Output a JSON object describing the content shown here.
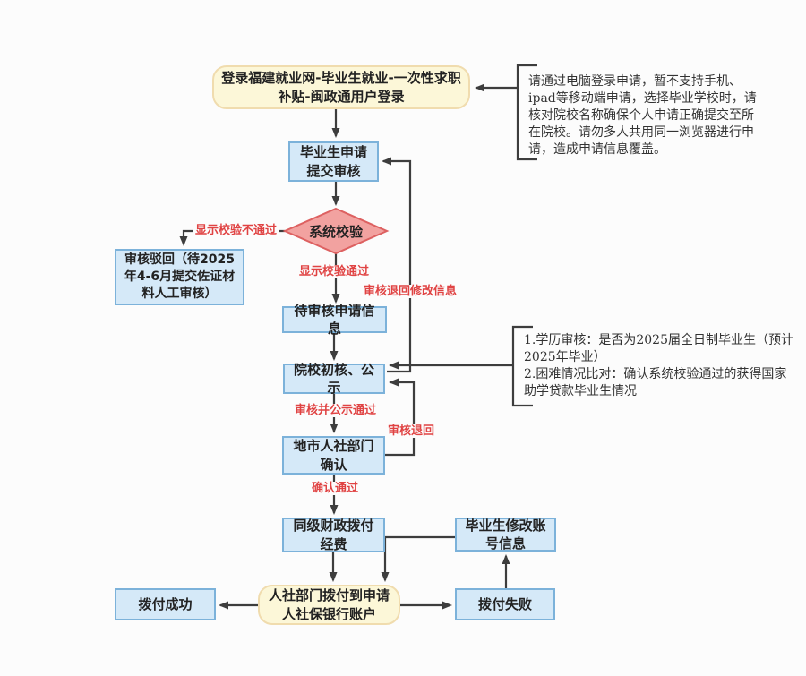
{
  "flowchart": {
    "nodes": {
      "login": {
        "text": "登录福建就业网-毕业生就业-一次性求职补贴-闽政通用户登录"
      },
      "submit": {
        "text": "毕业生申请提交审核"
      },
      "system_check": {
        "text": "系统校验"
      },
      "reject": {
        "text": "审核驳回（待2025年4-6月提交佐证材料人工审核）"
      },
      "pending": {
        "text": "待审核申请信息"
      },
      "college": {
        "text": "院校初核、公示"
      },
      "city": {
        "text": "地市人社部门确认"
      },
      "finance": {
        "text": "同级财政拨付经费"
      },
      "modify": {
        "text": "毕业生修改账号信息"
      },
      "pay": {
        "text": "人社部门拨付到申请人社保银行账户"
      },
      "success": {
        "text": "拨付成功"
      },
      "fail": {
        "text": "拨付失败"
      }
    },
    "edge_labels": {
      "check_fail": "显示校验不通过",
      "check_pass": "显示校验通过",
      "return_modify": "审核退回修改信息",
      "college_pass": "审核并公示通过",
      "return_college": "审核退回",
      "confirm_pass": "确认通过"
    },
    "notes": {
      "login_note": "请通过电脑登录申请，暂不支持手机、\nipad等移动端申请，选择毕业学校时，请\n核对院校名称确保个人申请正确提交至所\n在院校。请勿多人共用同一浏览器进行申\n请，造成申请信息覆盖。",
      "college_note": "1.学历审核：是否为2025届全日制毕业生（预计\n2025年毕业）\n2.困难情况比对：确认系统校验通过的获得国家\n助学贷款毕业生情况"
    },
    "colors": {
      "process_fill": "#d5e9f8",
      "process_border": "#7cb2da",
      "terminal_fill": "#fcf7d8",
      "terminal_border": "#f0dcae",
      "decision_fill": "#f2a2a0",
      "decision_border": "#dd6161",
      "edge_label_red": "#e04343",
      "line": "#3d3d3d",
      "background": "#fcfcfc"
    }
  }
}
